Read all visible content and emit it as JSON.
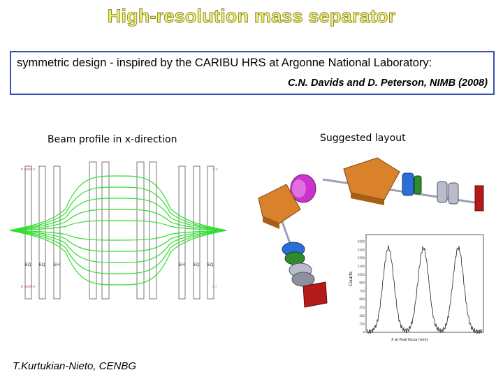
{
  "title": "High-resolution mass separator",
  "reference": {
    "line1": "symmetric design - inspired by the CARIBU HRS at Argonne National Laboratory:",
    "line2": "C.N. Davids and D. Peterson, NIMB (2008)"
  },
  "beam_profile": {
    "caption": "Beam profile in x-direction",
    "element_labels_left": [
      "EQ",
      "EQ",
      "EH"
    ],
    "element_labels_right": [
      "EH",
      "EQ",
      "EQ"
    ]
  },
  "layout": {
    "caption": "Suggested layout",
    "colors": {
      "dipole": "#d9822b",
      "multipole": "#cc33cc",
      "blue_lens": "#2a6fd6",
      "green_lens": "#2e8b2e",
      "grey_lens": "#b8bccc",
      "detector": "#b51a1a"
    }
  },
  "spectrum": {
    "ylabel": "Counts",
    "xlabel": "X at final focus (mm)",
    "y_ticks": [
      "0",
      "150",
      "300",
      "450",
      "600",
      "750",
      "900",
      "1050",
      "1200",
      "1350",
      "1500",
      "1650"
    ]
  },
  "author": "T.Kurtukian-Nieto, CENBG"
}
